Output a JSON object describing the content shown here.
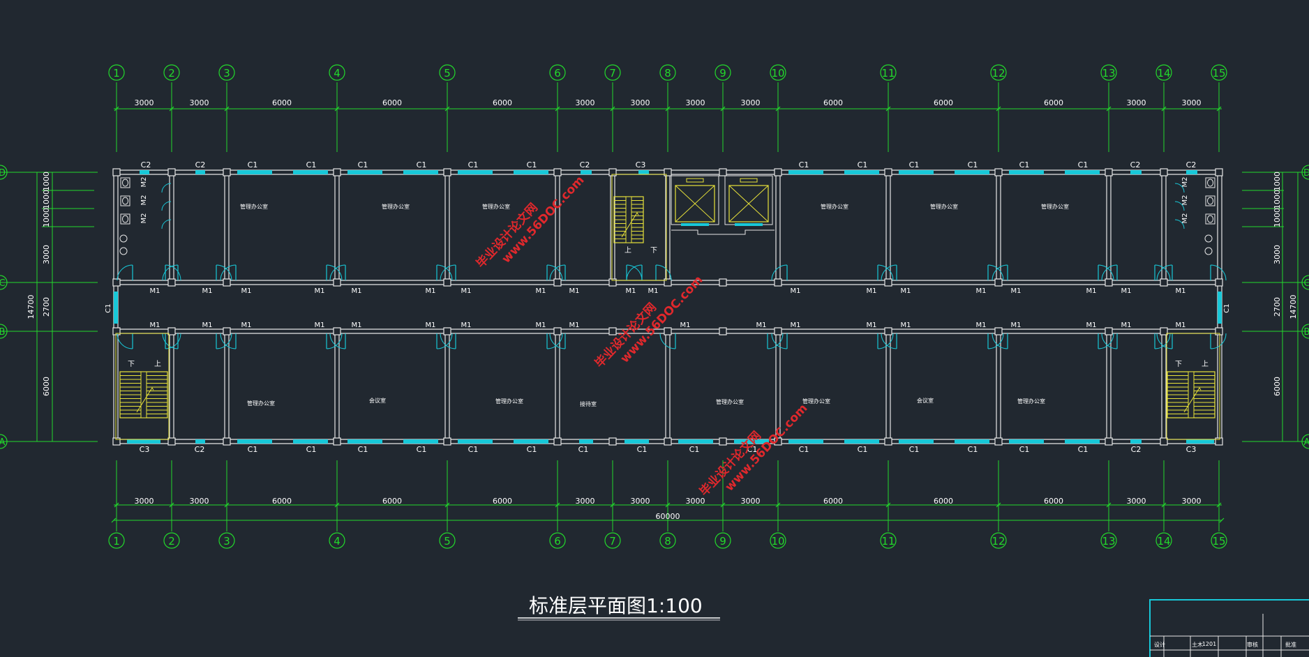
{
  "drawing": {
    "title": "标准层平面图1:100",
    "axes": [
      "1",
      "2",
      "3",
      "4",
      "5",
      "6",
      "7",
      "8",
      "9",
      "10",
      "11",
      "12",
      "13",
      "14",
      "15"
    ],
    "row_axes": [
      "D",
      "C",
      "B",
      "A"
    ],
    "spans_top": [
      "3000",
      "3000",
      "6000",
      "6000",
      "6000",
      "3000",
      "3000",
      "3000",
      "3000",
      "6000",
      "6000",
      "6000",
      "3000",
      "3000"
    ],
    "spans_bottom": [
      "3000",
      "3000",
      "6000",
      "6000",
      "6000",
      "3000",
      "3000",
      "3000",
      "3000",
      "6000",
      "6000",
      "6000",
      "3000",
      "3000"
    ],
    "total_dim": "60000",
    "left_dims": [
      "1000",
      "1000",
      "1000",
      "3000",
      "2700",
      "6000"
    ],
    "right_dims": [
      "1000",
      "1000",
      "1000",
      "3000",
      "2700",
      "6000"
    ],
    "overall_depth": "14700",
    "window_labels_top": [
      "C2",
      "C2",
      "C1",
      "C1",
      "C1",
      "C1",
      "C1",
      "C1",
      "C2",
      "C3",
      "C1",
      "C1",
      "C1",
      "C1",
      "C1",
      "C1",
      "C2",
      "C2"
    ],
    "window_labels_bottom": [
      "C3",
      "C2",
      "C1",
      "C1",
      "C1",
      "C1",
      "C1",
      "C1",
      "C1",
      "C1",
      "C1",
      "C1",
      "C1",
      "C1",
      "C1",
      "C1",
      "C1",
      "C1",
      "C2",
      "C3"
    ],
    "window_label_end": "C1",
    "door_label": "M1",
    "toilet_door_label": "M2",
    "stair_up": "上",
    "stair_down": "下",
    "rooms_top": [
      "管理办公室",
      "管理办公室",
      "管理办公室",
      "管理办公室",
      "管理办公室",
      "管理办公室"
    ],
    "rooms_bottom": [
      "管理办公室",
      "会议室",
      "管理办公室",
      "接待室",
      "管理办公室",
      "管理办公室",
      "会议室",
      "管理办公室"
    ],
    "watermarks": [
      {
        "line1": "毕业设计论文网",
        "line2": "www.56DOC.com"
      },
      {
        "line1": "毕业设计论文网",
        "line2": "www.56DOC.com"
      },
      {
        "line1": "毕业设计论文网",
        "line2": "www.56DOC.com"
      }
    ],
    "title_block": {
      "designer": "设计",
      "major": "土木",
      "number": "1201",
      "check": "审核",
      "approve": "批准"
    },
    "colors": {
      "background": "#212830",
      "axis_green": "#22d92b",
      "wall": "#e6e6e6",
      "window": "#18c8d8",
      "stair": "#e8e23a",
      "watermark": "#e0282c"
    }
  }
}
